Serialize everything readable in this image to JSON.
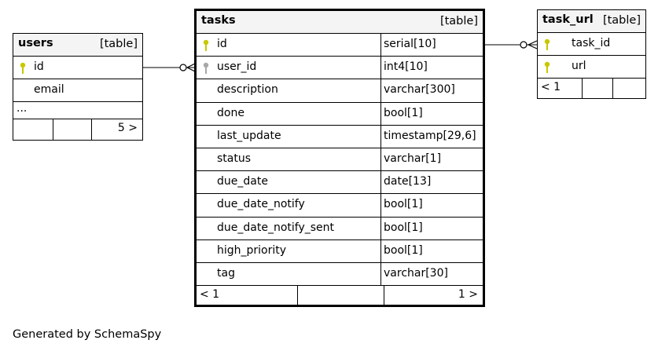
{
  "users": {
    "name": "users",
    "kind": "[table]",
    "columns": [
      "id",
      "email"
    ],
    "ellipsis": "...",
    "footer_right": "5 >"
  },
  "tasks": {
    "name": "tasks",
    "kind": "[table]",
    "columns": [
      {
        "name": "id",
        "type": "serial[10]"
      },
      {
        "name": "user_id",
        "type": "int4[10]"
      },
      {
        "name": "description",
        "type": "varchar[300]"
      },
      {
        "name": "done",
        "type": "bool[1]"
      },
      {
        "name": "last_update",
        "type": "timestamp[29,6]"
      },
      {
        "name": "status",
        "type": "varchar[1]"
      },
      {
        "name": "due_date",
        "type": "date[13]"
      },
      {
        "name": "due_date_notify",
        "type": "bool[1]"
      },
      {
        "name": "due_date_notify_sent",
        "type": "bool[1]"
      },
      {
        "name": "high_priority",
        "type": "bool[1]"
      },
      {
        "name": "tag",
        "type": "varchar[30]"
      }
    ],
    "footer_left": "< 1",
    "footer_right": "1 >"
  },
  "task_url": {
    "name": "task_url",
    "kind": "[table]",
    "columns": [
      "task_id",
      "url"
    ],
    "footer_left": "< 1"
  },
  "generated_by": "Generated by SchemaSpy",
  "colors": {
    "primary_key": "#c8c800",
    "foreign_key": "#a8a8a8",
    "header_bg": "#f4f4f4"
  }
}
